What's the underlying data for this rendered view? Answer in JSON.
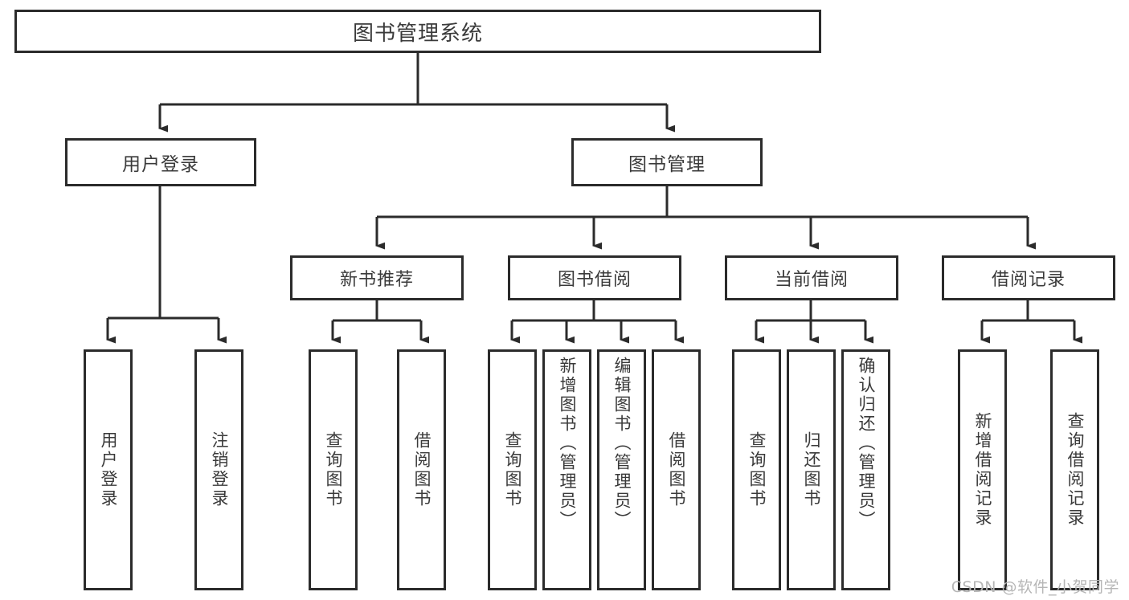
{
  "diagram": {
    "title": "图书管理系统",
    "type": "tree-functional-structure",
    "watermark": "CSDN @软件_小贺同学",
    "colors": {
      "stroke": "#2b2b2b",
      "text": "#3a3a3a",
      "background": "#ffffff",
      "watermark": "#b6b6b6"
    }
  },
  "root": {
    "label": "图书管理系统"
  },
  "level1": [
    {
      "label": "用户登录"
    },
    {
      "label": "图书管理"
    }
  ],
  "level2": [
    {
      "label": "新书推荐"
    },
    {
      "label": "图书借阅"
    },
    {
      "label": "当前借阅"
    },
    {
      "label": "借阅记录"
    }
  ],
  "leaves": {
    "user_login": [
      {
        "label": "用户登录"
      },
      {
        "label": "注销登录"
      }
    ],
    "new_book_recommend": [
      {
        "label": "查询图书"
      },
      {
        "label": "借阅图书"
      }
    ],
    "book_borrow": [
      {
        "label": "查询图书"
      },
      {
        "label": "新增图书（管理员）"
      },
      {
        "label": "编辑图书（管理员）"
      },
      {
        "label": "借阅图书"
      }
    ],
    "current_borrow": [
      {
        "label": "查询图书"
      },
      {
        "label": "归还图书"
      },
      {
        "label": "确认归还（管理员）"
      }
    ],
    "borrow_record": [
      {
        "label": "新增借阅记录"
      },
      {
        "label": "查询借阅记录"
      }
    ]
  }
}
